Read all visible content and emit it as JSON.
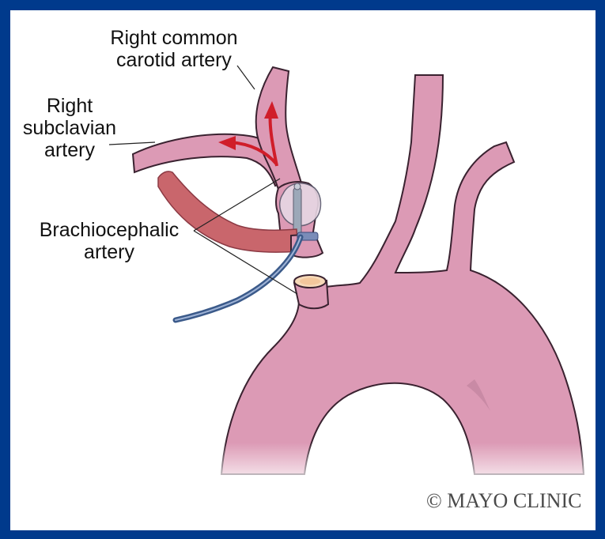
{
  "labels": {
    "right_common_carotid_artery": [
      "Right common",
      "carotid artery"
    ],
    "right_subclavian_artery": [
      "Right",
      "subclavian",
      "artery"
    ],
    "brachiocephalic_artery": [
      "Brachiocephalic",
      "artery"
    ]
  },
  "copyright": "© MAYO CLINIC",
  "colors": {
    "border": "#003a8c",
    "vessel_fill": "#dc9ab5",
    "vessel_outline": "#3a2230",
    "graft": "#c9666c",
    "flow_arrow": "#d01e2a",
    "catheter": "#3b5a8a",
    "vessel_lumen": "#f6d9b8"
  }
}
